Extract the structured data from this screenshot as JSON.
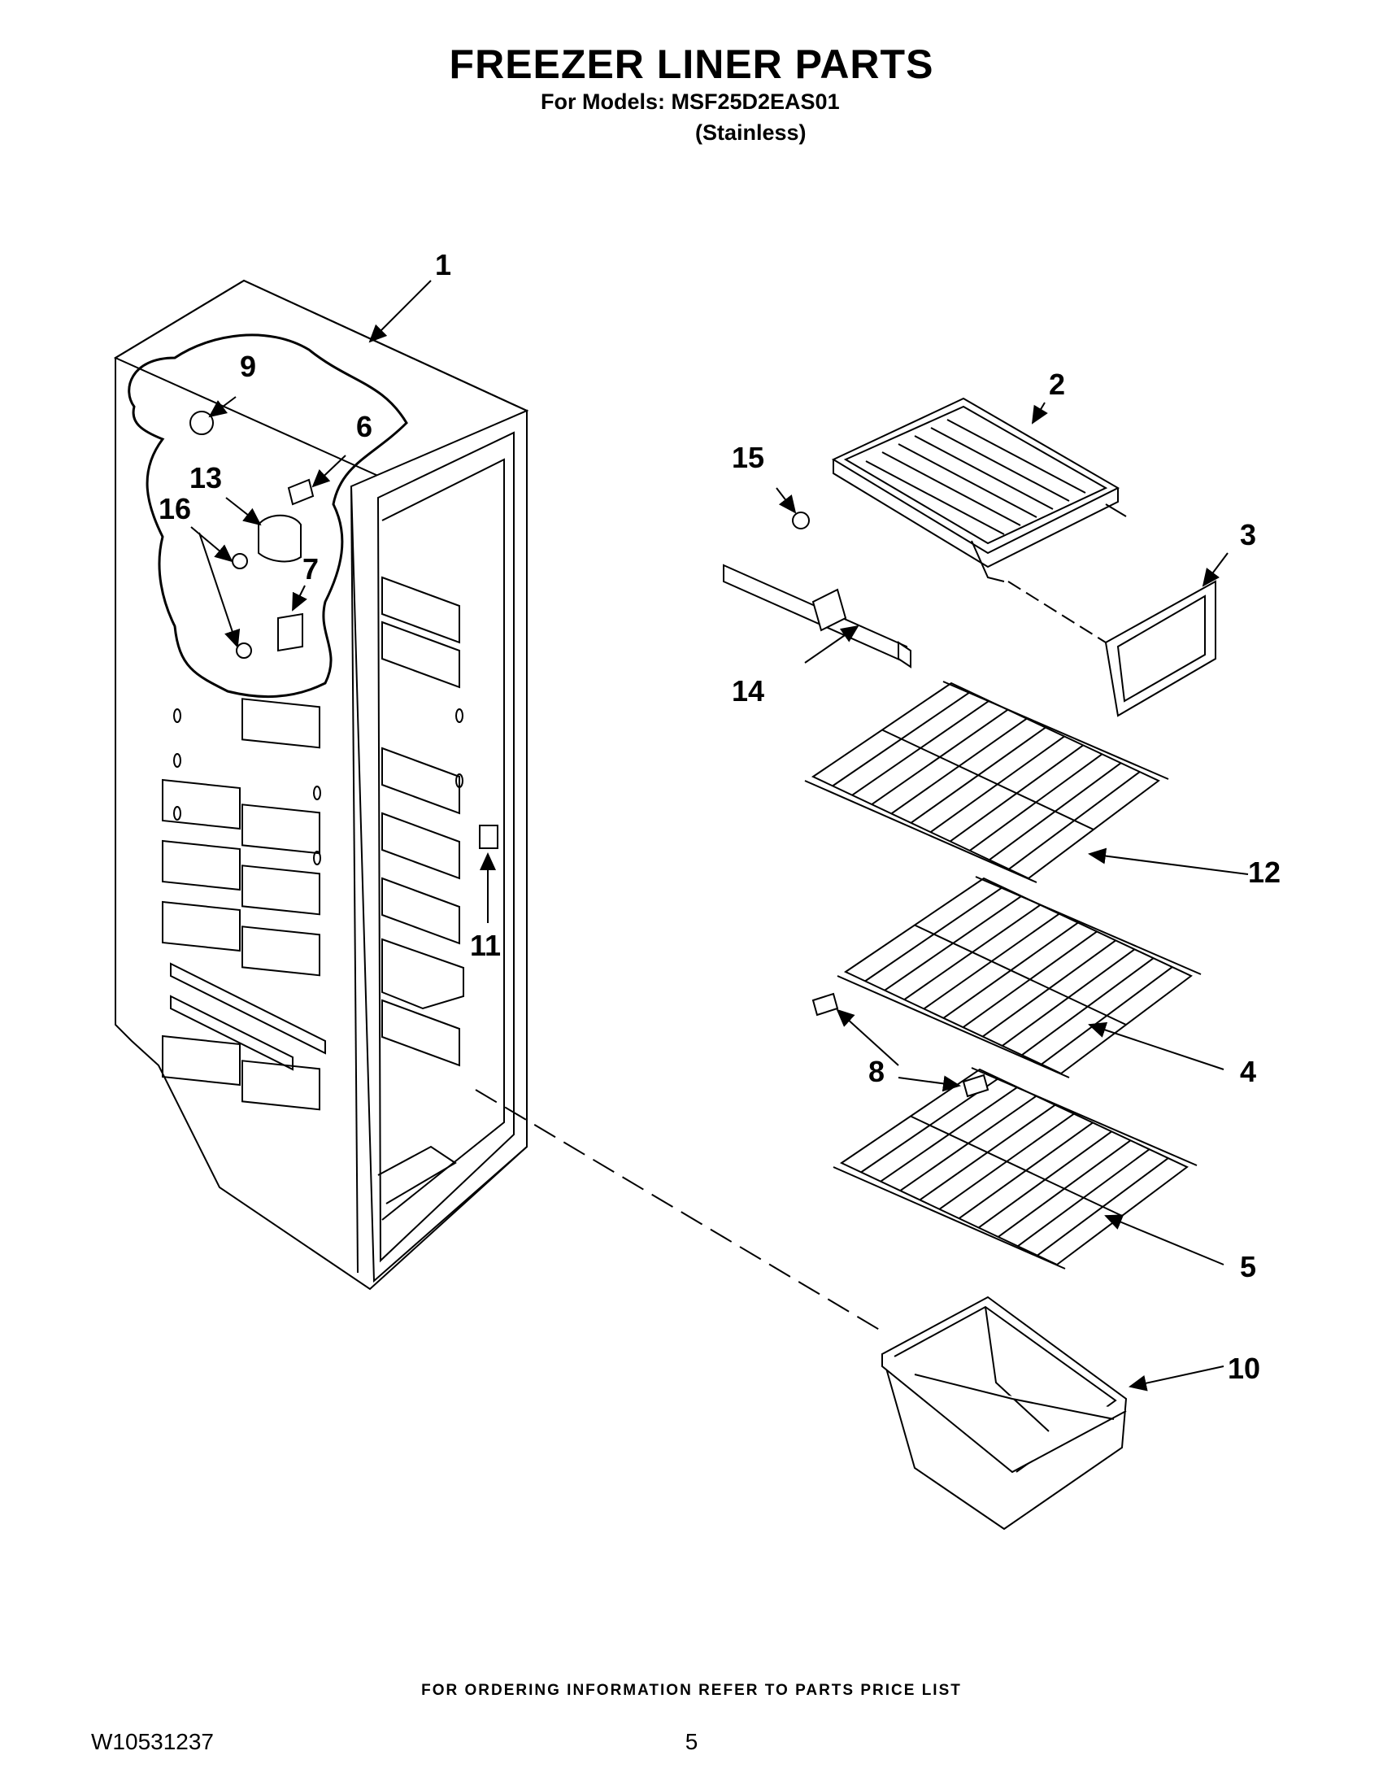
{
  "header": {
    "title": "FREEZER LINER PARTS",
    "models_line": "For Models: MSF25D2EAS01",
    "finish_line": "(Stainless)"
  },
  "callouts": [
    {
      "id": "1",
      "label": "1"
    },
    {
      "id": "2",
      "label": "2"
    },
    {
      "id": "3",
      "label": "3"
    },
    {
      "id": "4",
      "label": "4"
    },
    {
      "id": "5",
      "label": "5"
    },
    {
      "id": "6",
      "label": "6"
    },
    {
      "id": "7",
      "label": "7"
    },
    {
      "id": "8",
      "label": "8"
    },
    {
      "id": "9",
      "label": "9"
    },
    {
      "id": "10",
      "label": "10"
    },
    {
      "id": "11",
      "label": "11"
    },
    {
      "id": "12",
      "label": "12"
    },
    {
      "id": "13",
      "label": "13"
    },
    {
      "id": "14",
      "label": "14"
    },
    {
      "id": "15",
      "label": "15"
    },
    {
      "id": "16",
      "label": "16"
    }
  ],
  "footer": {
    "ordering_note": "FOR ORDERING INFORMATION REFER TO PARTS PRICE LIST",
    "document_number": "W10531237",
    "page_number": "5"
  }
}
